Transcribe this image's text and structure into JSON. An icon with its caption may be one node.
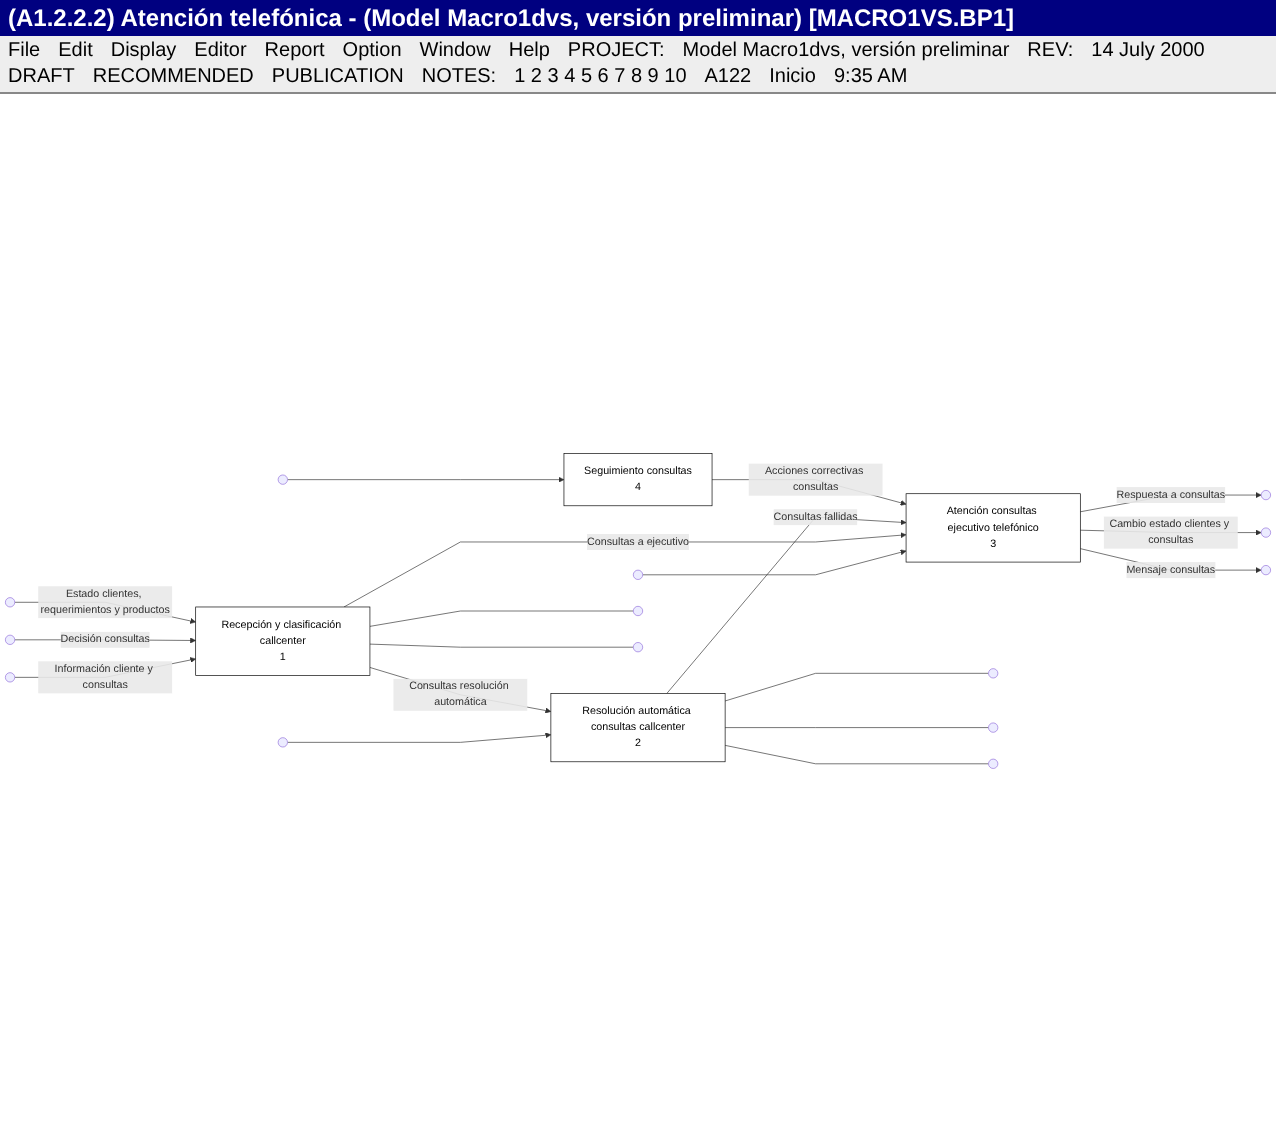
{
  "diagram": {
    "title": "(A1.2.2.2) Atención telefónica - (Model Macro1dvs, versión preliminar) [MACRO1VS.BP1]",
    "nodes": [
      {
        "text": [
          "Recepción y clasificación callcenter",
          "1"
        ]
      },
      {
        "text": [
          "Resolución automática consultas callcenter",
          "2"
        ]
      },
      {
        "text": [
          "Atención consultas ejecutivo telefónico",
          "3"
        ]
      },
      {
        "text": [
          "Seguimiento consultas",
          "4"
        ]
      }
    ],
    "edges": [
      {
        "from": null,
        "to": 0,
        "arrow": "to",
        "label": "Información cliente y consultas"
      },
      {
        "from": null,
        "to": 0,
        "arrow": "to",
        "label": "Decisión consultas"
      },
      {
        "from": null,
        "to": 0,
        "arrow": "to",
        "label": "Estado clientes, requerimientos y productos"
      },
      {
        "from": null,
        "to": 1,
        "arrow": "to"
      },
      {
        "from": null,
        "to": 2,
        "arrow": "to"
      },
      {
        "from": null,
        "to": 3,
        "arrow": "to"
      },
      {
        "from": 0,
        "to": 1,
        "arrow": "to",
        "label": "Consultas resolución automática"
      },
      {
        "from": 0,
        "to": 2,
        "arrow": "to",
        "label": "Consultas a ejecutivo"
      },
      {
        "from": 0,
        "to": null,
        "arrow": "none"
      },
      {
        "from": 0,
        "to": null,
        "arrow": "none"
      },
      {
        "from": 1,
        "to": 2,
        "arrow": "to",
        "label": "Consultas fallidas"
      },
      {
        "from": 1,
        "to": null,
        "arrow": "none"
      },
      {
        "from": 1,
        "to": null,
        "arrow": "none"
      },
      {
        "from": 1,
        "to": null,
        "arrow": "none"
      },
      {
        "from": 2,
        "to": null,
        "arrow": "to",
        "label": "Respuesta a consultas"
      },
      {
        "from": 2,
        "to": null,
        "arrow": "to",
        "label": "Cambio estado clientes y consultas"
      },
      {
        "from": 2,
        "to": null,
        "arrow": "to",
        "label": "Mensaje consultas"
      },
      {
        "from": 3,
        "to": 2,
        "arrow": "to",
        "label": "Acciones correctivas consultas"
      }
    ],
    "labels": [
      "File",
      "Edit",
      "Display",
      "Editor",
      "Report",
      "Option",
      "Window",
      "Help",
      "PROJECT:",
      "Model Macro1dvs, versión preliminar",
      "REV:",
      "14 July 2000",
      "DRAFT",
      "RECOMMENDED",
      "PUBLICATION",
      "NOTES:",
      "1 2 3 4 5 6 7 8 9 10",
      "A122",
      "Inicio",
      "9:35 AM"
    ]
  }
}
